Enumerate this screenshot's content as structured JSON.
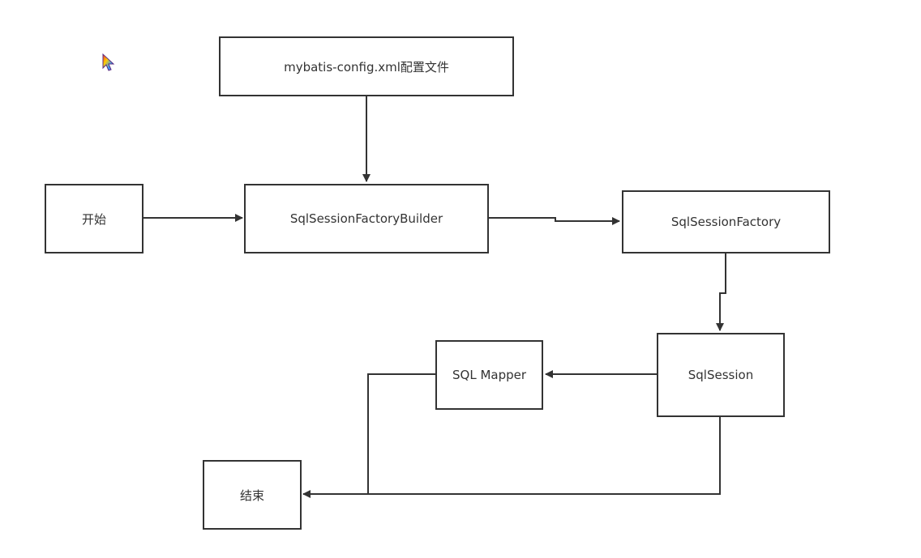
{
  "nodes": {
    "config": "mybatis-config.xml配置文件",
    "start": "开始",
    "builder": "SqlSessionFactoryBuilder",
    "factory": "SqlSessionFactory",
    "session": "SqlSession",
    "mapper": "SQL Mapper",
    "end": "结束"
  },
  "colors": {
    "stroke": "#333333",
    "background": "#ffffff"
  },
  "icons": {
    "cursor": "mouse-cursor-icon"
  }
}
